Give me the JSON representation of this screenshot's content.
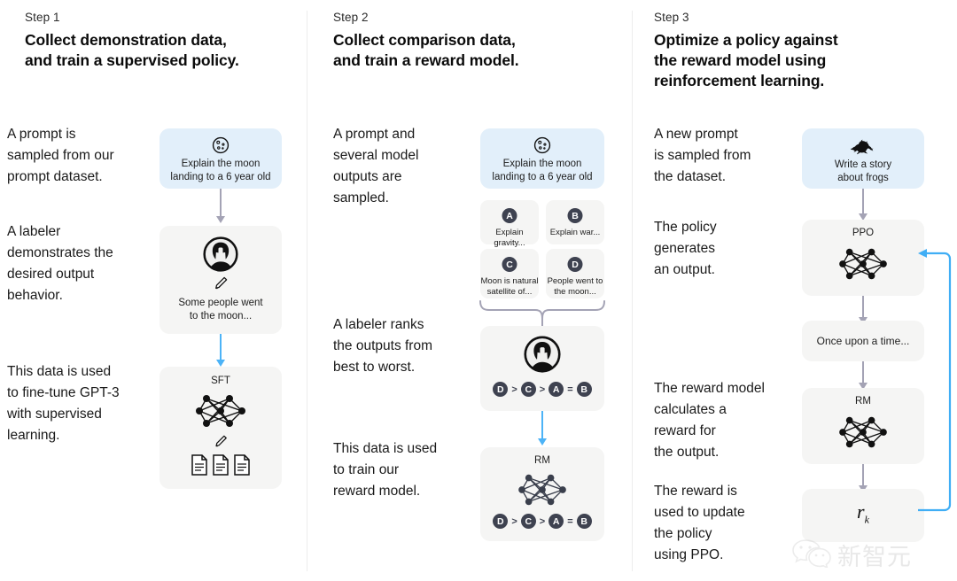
{
  "steps": [
    {
      "label": "Step 1",
      "title_lines": [
        "Collect demonstration data,",
        "and train a supervised policy."
      ],
      "paragraphs": [
        "A prompt is\nsampled from our\nprompt dataset.",
        "A labeler\ndemonstrates the\ndesired output\nbehavior.",
        "This data is used\nto fine-tune GPT-3\nwith supervised\nlearning."
      ],
      "nodes": {
        "prompt": {
          "icon": "moon-icon",
          "caption": "Explain the moon\nlanding to a 6 year old"
        },
        "labeler": {
          "icon": "person-icon",
          "sub_icon": "pencil-icon",
          "caption": "Some people went\nto the moon..."
        },
        "sft": {
          "label": "SFT",
          "icon": "neural-net-icon",
          "sub_icon": "pencil-icon",
          "docs_icon": "documents-icon"
        }
      }
    },
    {
      "label": "Step 2",
      "title_lines": [
        "Collect comparison data,",
        "and train a reward model."
      ],
      "paragraphs": [
        "A prompt and\nseveral model\noutputs are\nsampled.",
        "A labeler ranks\nthe outputs from\nbest to worst.",
        "This data is used\nto train our\nreward model."
      ],
      "nodes": {
        "prompt": {
          "icon": "moon-icon",
          "caption": "Explain the moon\nlanding to a 6 year old"
        },
        "outputs": [
          {
            "badge": "A",
            "text": "Explain gravity..."
          },
          {
            "badge": "B",
            "text": "Explain war..."
          },
          {
            "badge": "C",
            "text": "Moon is natural\nsatellite of..."
          },
          {
            "badge": "D",
            "text": "People went to\nthe moon..."
          }
        ],
        "ranker": {
          "icon": "person-icon",
          "ranking": [
            "D",
            ">",
            "C",
            ">",
            "A",
            "=",
            "B"
          ]
        },
        "rm": {
          "label": "RM",
          "icon": "neural-net-icon",
          "ranking": [
            "D",
            ">",
            "C",
            ">",
            "A",
            "=",
            "B"
          ]
        }
      }
    },
    {
      "label": "Step 3",
      "title_lines": [
        "Optimize a policy against",
        "the reward model using",
        "reinforcement learning."
      ],
      "paragraphs": [
        "A new prompt\nis sampled from\nthe dataset.",
        "The policy\ngenerates\nan output.",
        "The reward model\ncalculates a\nreward for\nthe output.",
        "The reward is\nused to update\nthe policy\nusing PPO."
      ],
      "nodes": {
        "prompt": {
          "icon": "frog-icon",
          "caption": "Write a story\nabout frogs"
        },
        "ppo": {
          "label": "PPO",
          "icon": "neural-net-icon"
        },
        "output": {
          "text": "Once upon a time..."
        },
        "rm": {
          "label": "RM",
          "icon": "neural-net-icon"
        },
        "reward": {
          "symbol": "r",
          "subscript": "k"
        }
      }
    }
  ],
  "watermark": {
    "icon": "wechat-icon",
    "text": "新智元"
  },
  "colors": {
    "prompt_box": "#e2effa",
    "node_box": "#f5f5f4",
    "grey_arrow": "#a4a3b5",
    "blue_arrow": "#4cb3f7",
    "badge": "#3e4250",
    "divider": "#ececec"
  }
}
